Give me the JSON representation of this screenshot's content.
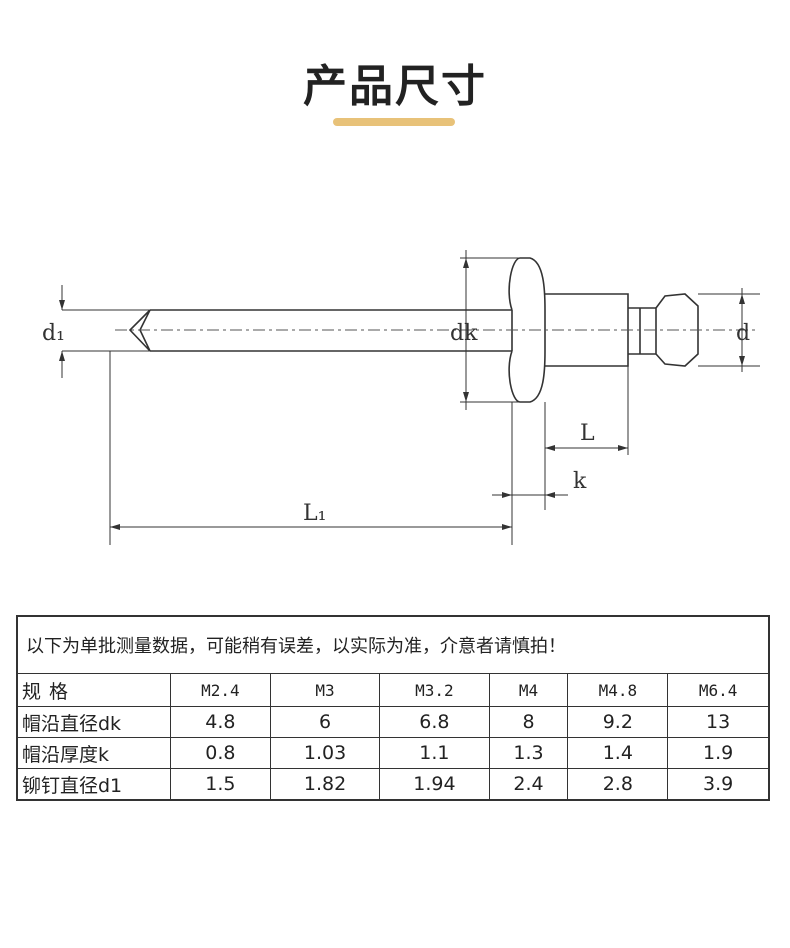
{
  "title": "产品尺寸",
  "diagram": {
    "labels": {
      "d1": "d₁",
      "dk": "dk",
      "d": "d",
      "L": "L",
      "k": "k",
      "L1": "L₁"
    }
  },
  "table": {
    "note": "以下为单批测量数据，可能稍有误差，以实际为准，介意者请慎拍！",
    "header_label": "规格",
    "sizes": [
      "M2.4",
      "M3",
      "M3.2",
      "M4",
      "M4.8",
      "M6.4"
    ],
    "rows": [
      {
        "label": "帽沿直径dk",
        "values": [
          "4.8",
          "6",
          "6.8",
          "8",
          "9.2",
          "13"
        ]
      },
      {
        "label": "帽沿厚度k",
        "values": [
          "0.8",
          "1.03",
          "1.1",
          "1.3",
          "1.4",
          "1.9"
        ]
      },
      {
        "label": "铆钉直径d1",
        "values": [
          "1.5",
          "1.82",
          "1.94",
          "2.4",
          "2.8",
          "3.9"
        ]
      }
    ]
  }
}
